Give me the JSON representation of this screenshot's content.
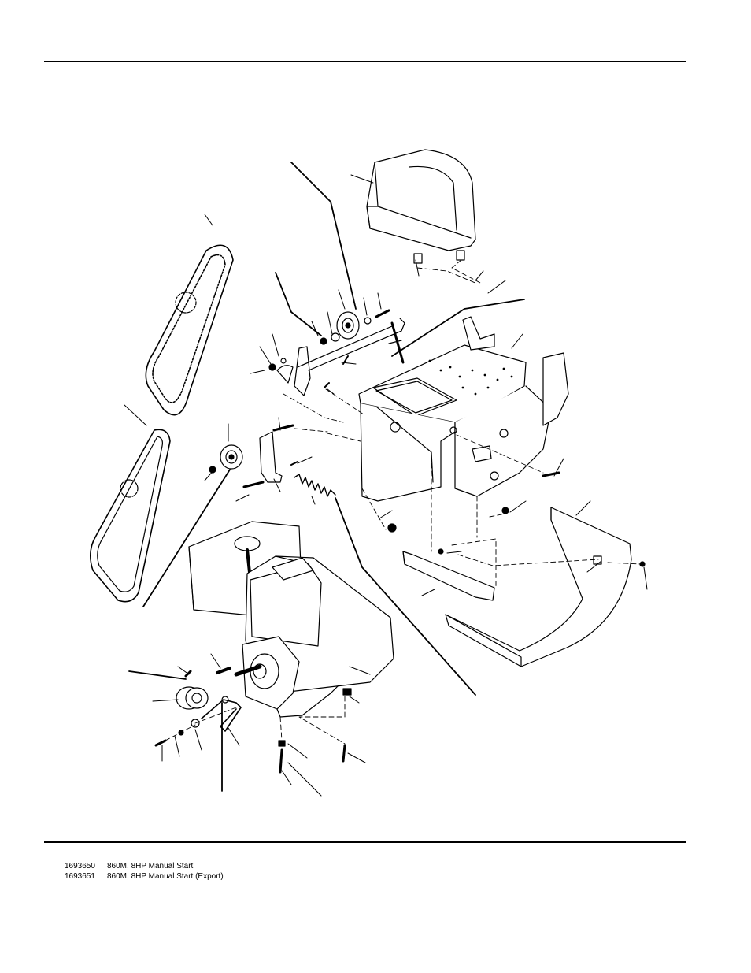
{
  "figure": {
    "parts": [
      "belt-top",
      "belt-bottom",
      "belt-cover",
      "pulley-idler-top",
      "pulley-idler-mid",
      "pulley-engine",
      "engine",
      "frame",
      "bracket",
      "spring",
      "bottom-cover",
      "bar",
      "key"
    ]
  },
  "models": [
    {
      "number": "1693650",
      "description": "860M, 8HP Manual Start"
    },
    {
      "number": "1693651",
      "description": "860M, 8HP Manual Start (Export)"
    }
  ]
}
